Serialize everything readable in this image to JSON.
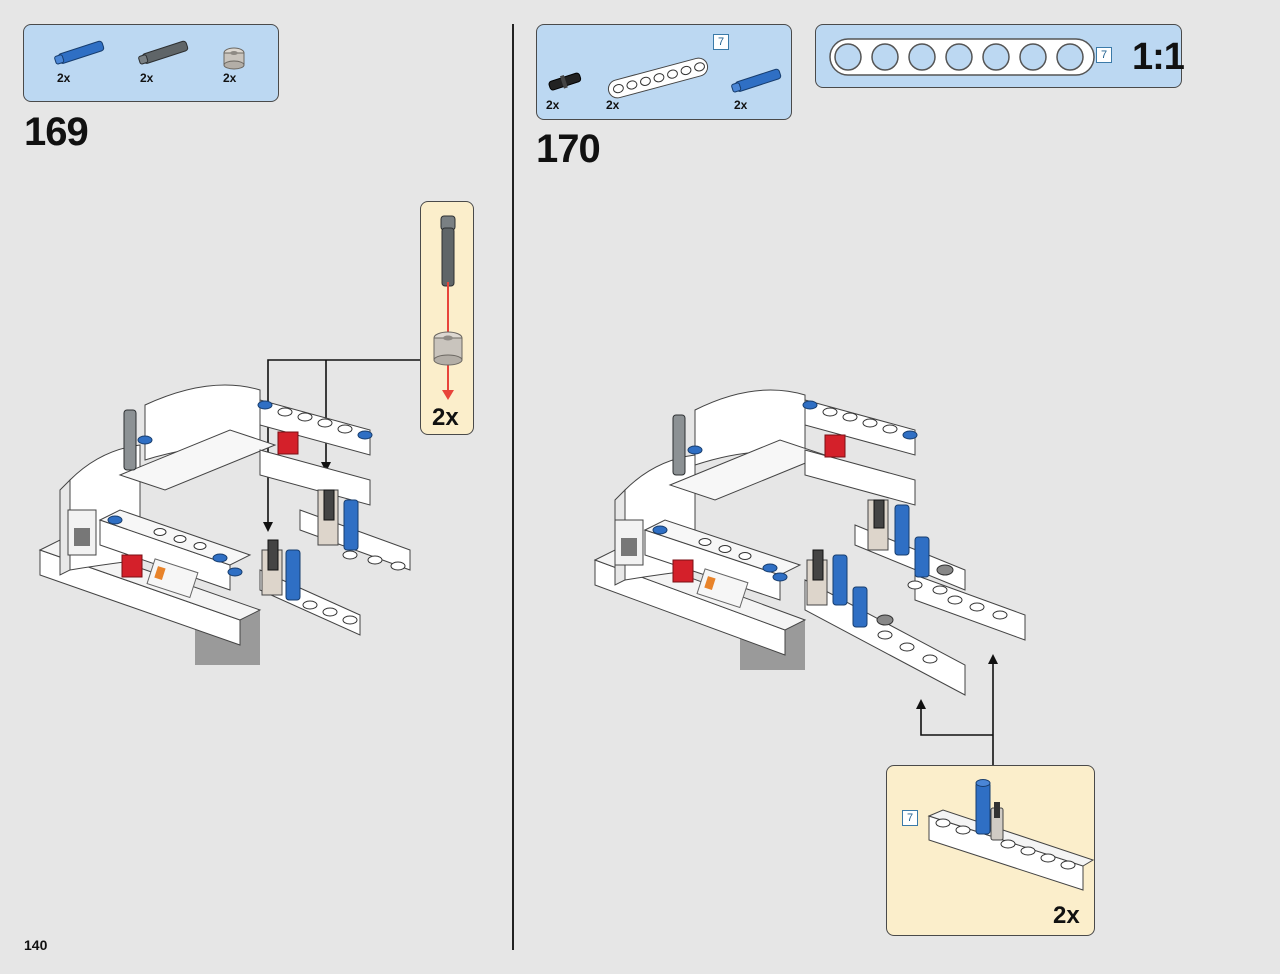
{
  "step_169": {
    "number": "169",
    "parts": [
      {
        "qty": "2x",
        "icon": "blue-axle-pin-icon",
        "color": "#2f6fc4"
      },
      {
        "qty": "2x",
        "icon": "grey-axle-pin-icon",
        "color": "#5f6568"
      },
      {
        "qty": "2x",
        "icon": "bush-icon",
        "color": "#c9c4bd"
      }
    ],
    "callout_multiplier": "2x"
  },
  "step_170": {
    "number": "170",
    "parts": [
      {
        "qty": "2x",
        "icon": "black-pin-icon",
        "color": "#222222"
      },
      {
        "qty": "2x",
        "icon": "white-beam-7-icon",
        "color": "#ffffff"
      },
      {
        "qty": "2x",
        "icon": "blue-axle-pin-icon",
        "color": "#2f6fc4"
      }
    ],
    "beam_length": "7",
    "callout_multiplier": "2x",
    "callout_beam_length": "7"
  },
  "scale_box": {
    "beam_length": "7",
    "scale": "1:1"
  },
  "page_number": "140",
  "colors": {
    "parts_panel": "#bcd8f2",
    "callout_panel": "#fbeecb",
    "background": "#e6e6e6",
    "highlight_arrow": "#e8443a"
  }
}
